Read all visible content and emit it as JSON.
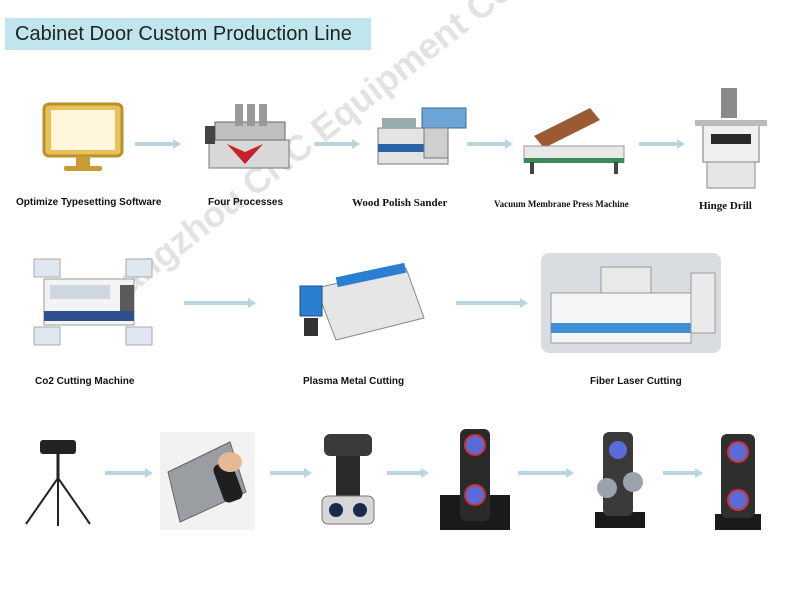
{
  "title": "Cabinet Door Custom Production Line",
  "watermark": "Guangzhou CNC Equipment Co., Ltd",
  "row1": {
    "labels": [
      "Optimize Typesetting Software",
      "Four Processes",
      "Wood Polish Sander",
      "Vacuum Membrane Press Machine",
      "Hinge Drill"
    ]
  },
  "row2": {
    "labels": [
      "Co2 Cutting Machine",
      "Plasma Metal Cutting",
      "Fiber Laser Cutting"
    ]
  },
  "colors": {
    "title_bg": "#bfe6ec",
    "arrow": "#b9d6df"
  },
  "icons": [
    "monitor-icon",
    "cnc-router-icon",
    "sander-icon",
    "press-machine-icon",
    "hinge-drill-icon",
    "co2-laser-icon",
    "plasma-cutter-icon",
    "fiber-laser-icon",
    "tripod-icon",
    "handheld-scanner-icon",
    "scanner-icon",
    "scanner-icon",
    "scanner-icon",
    "scanner-icon"
  ]
}
